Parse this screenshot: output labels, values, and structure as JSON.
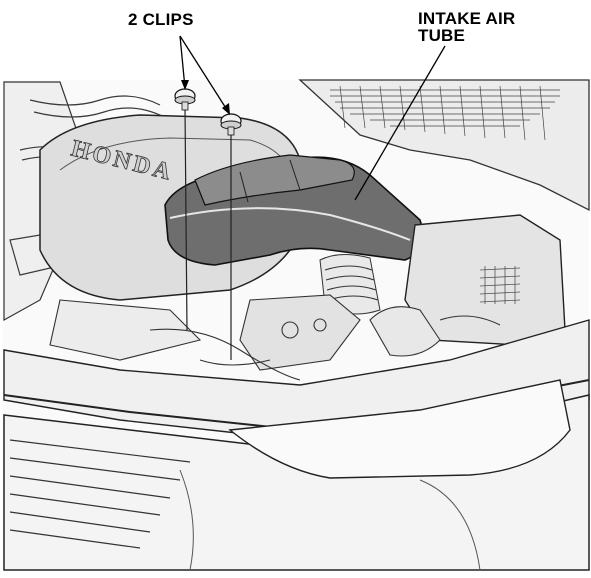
{
  "callouts": {
    "clips": "2 CLIPS",
    "intake_line1": "INTAKE AIR",
    "intake_line2": "TUBE"
  },
  "logo_text": "HONDA",
  "colors": {
    "ink": "#000000",
    "panel_fill": "#f2f2f2",
    "cover_fill": "#dcdcdc",
    "tube_fill": "#6e6e6e",
    "tube_highlight": "#8c8c8c",
    "frame_stroke": "#2a2a2a"
  },
  "icons": [
    "clip-icon",
    "clip-icon"
  ]
}
